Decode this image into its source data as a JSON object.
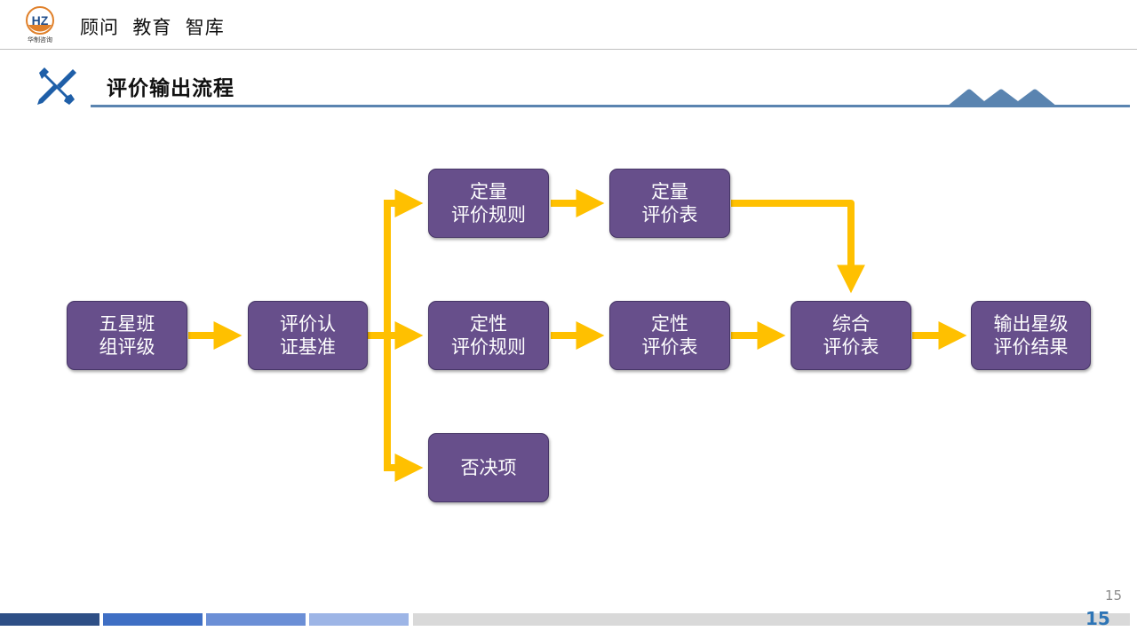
{
  "header": {
    "logo_letters": "HZ",
    "logo_caption": "华制咨询",
    "tagline": "顾问  教育  智库"
  },
  "section": {
    "title": "评价输出流程"
  },
  "diagram": {
    "nodes": {
      "n1": "五星班\n组评级",
      "n2": "评价认\n证基准",
      "n3": "定量\n评价规则",
      "n4": "定量\n评价表",
      "n5": "定性\n评价规则",
      "n6": "定性\n评价表",
      "n7": "综合\n评价表",
      "n8": "输出星级\n评价结果",
      "n9": "否决项"
    },
    "colors": {
      "node_fill": "#674f8b",
      "arrow": "#ffc000"
    }
  },
  "footer": {
    "page_number_small": "15",
    "page_number_large": "15",
    "bar_colors": [
      "#2e4f86",
      "#3f6fc4",
      "#6b8fd6",
      "#9db5e6",
      "#d9d9d9"
    ]
  }
}
